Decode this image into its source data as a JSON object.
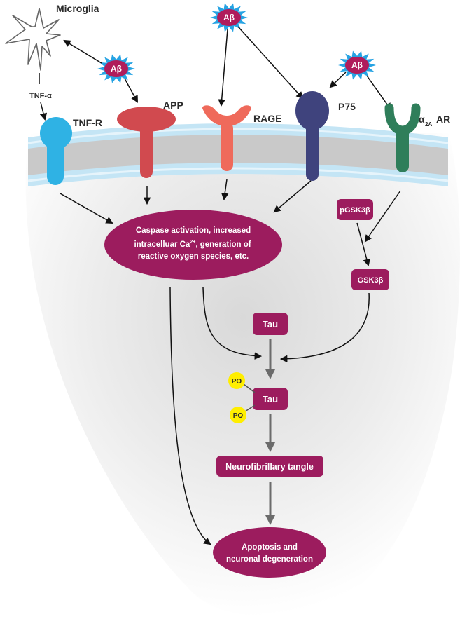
{
  "labels": {
    "microglia": "Microglia",
    "tnf_alpha": "TNF-α",
    "abeta": "Aβ",
    "tnfr": "TNF-R",
    "app": "APP",
    "rage": "RAGE",
    "p75": "P75",
    "alpha": "α",
    "alpha_sub": "2A",
    "alpha_ar": "AR",
    "caspase_lines": [
      "Caspase activation, increased",
      "intracelluar Ca",
      "reactive oxygen species, etc."
    ],
    "caspase_sup": "2+",
    "caspase_line2_tail": ", generation of",
    "pgsk": "pGSK3β",
    "gsk": "GSK3β",
    "tau": "Tau",
    "po": "PO",
    "nft": "Neurofibrillary tangle",
    "apoptosis_lines": [
      "Apoptosis and",
      "neuronal degeneration"
    ]
  },
  "colors": {
    "tnfr": "#2fb2e4",
    "app": "#d14a4f",
    "rage": "#ef6a5b",
    "p75": "#3f437d",
    "alpha2a": "#2f7e5a",
    "node": "#9c1c5e",
    "abeta_star": "#26a3e3",
    "abeta_core": "#b01c5b",
    "po": "#ffee00",
    "membrane_outer": "#bfe3f4",
    "membrane_inner": "#c8c8c8",
    "arrow_gray": "#6b6b6b"
  }
}
